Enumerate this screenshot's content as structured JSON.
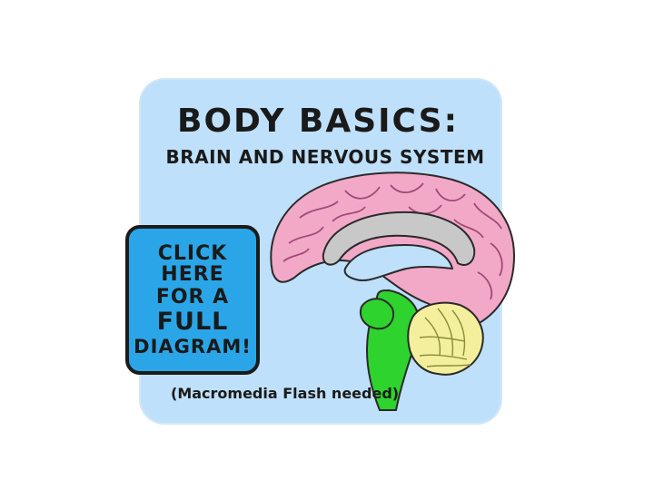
{
  "title": "BODY BASICS:",
  "subtitle": "BRAIN AND NERVOUS SYSTEM",
  "cta": {
    "line1": "CLICK HERE",
    "line2": "FOR A",
    "line3": "FULL",
    "line4": "DIAGRAM!"
  },
  "note": "(Macromedia Flash needed)",
  "colors": {
    "card_background": "#bfe0fa",
    "cta_background": "#2aa6e8",
    "cerebrum": "#f2a9c8",
    "corpus_callosum": "#c8c8c8",
    "brainstem": "#2ed32e",
    "cerebellum": "#f3ef9c"
  },
  "icons": [
    "brain-illustration"
  ]
}
